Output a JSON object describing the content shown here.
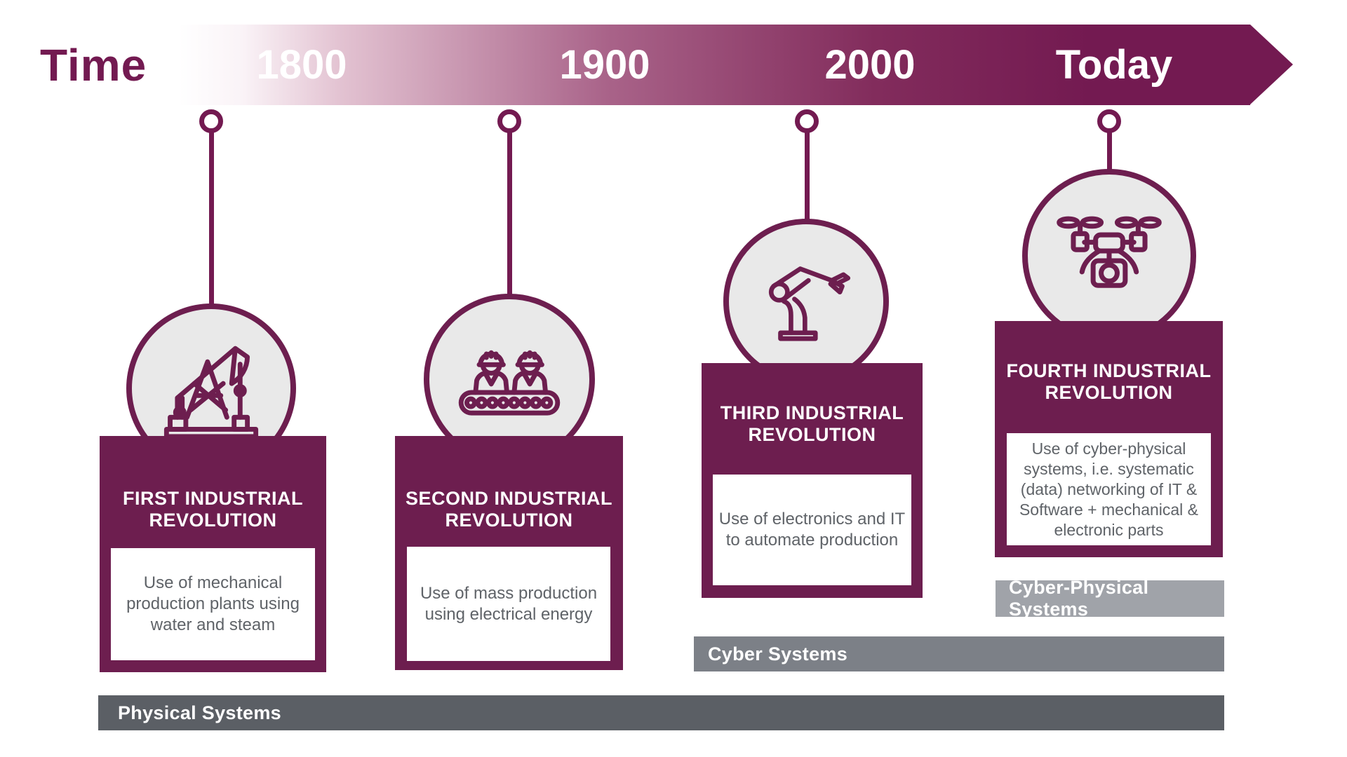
{
  "timeline": {
    "label": "Time",
    "years": [
      {
        "label": "1800"
      },
      {
        "label": "1900"
      },
      {
        "label": "2000"
      },
      {
        "label": "Today"
      }
    ]
  },
  "revolutions": [
    {
      "title_line1": "FIRST INDUSTRIAL",
      "title_line2": "REVOLUTION",
      "description": "Use of mechanical production plants using water and steam",
      "icon": "oil-pumpjack-icon"
    },
    {
      "title_line1": "SECOND INDUSTRIAL",
      "title_line2": "REVOLUTION",
      "description": "Use of mass production using electrical energy",
      "icon": "assembly-line-workers-icon"
    },
    {
      "title_line1": "THIRD INDUSTRIAL",
      "title_line2": "REVOLUTION",
      "description": "Use of electronics and IT to automate production",
      "icon": "robot-arm-icon"
    },
    {
      "title_line1": "FOURTH INDUSTRIAL",
      "title_line2": "REVOLUTION",
      "description": "Use of cyber-physical systems, i.e. systematic (data) networking of IT & Software + mechanical & electronic parts",
      "icon": "drone-icon"
    }
  ],
  "system_bars": [
    {
      "label": "Physical Systems"
    },
    {
      "label": "Cyber Systems"
    },
    {
      "label": "Cyber-Physical Systems"
    }
  ],
  "colors": {
    "primary_purple": "#6d1e4f",
    "arrow_purple": "#731a51",
    "circle_fill": "#e9e9e9",
    "bar_physical": "#5b5f65",
    "bar_cyber": "#7c8087",
    "bar_cyber_physical": "#a0a3a9",
    "description_text": "#5f6368"
  }
}
